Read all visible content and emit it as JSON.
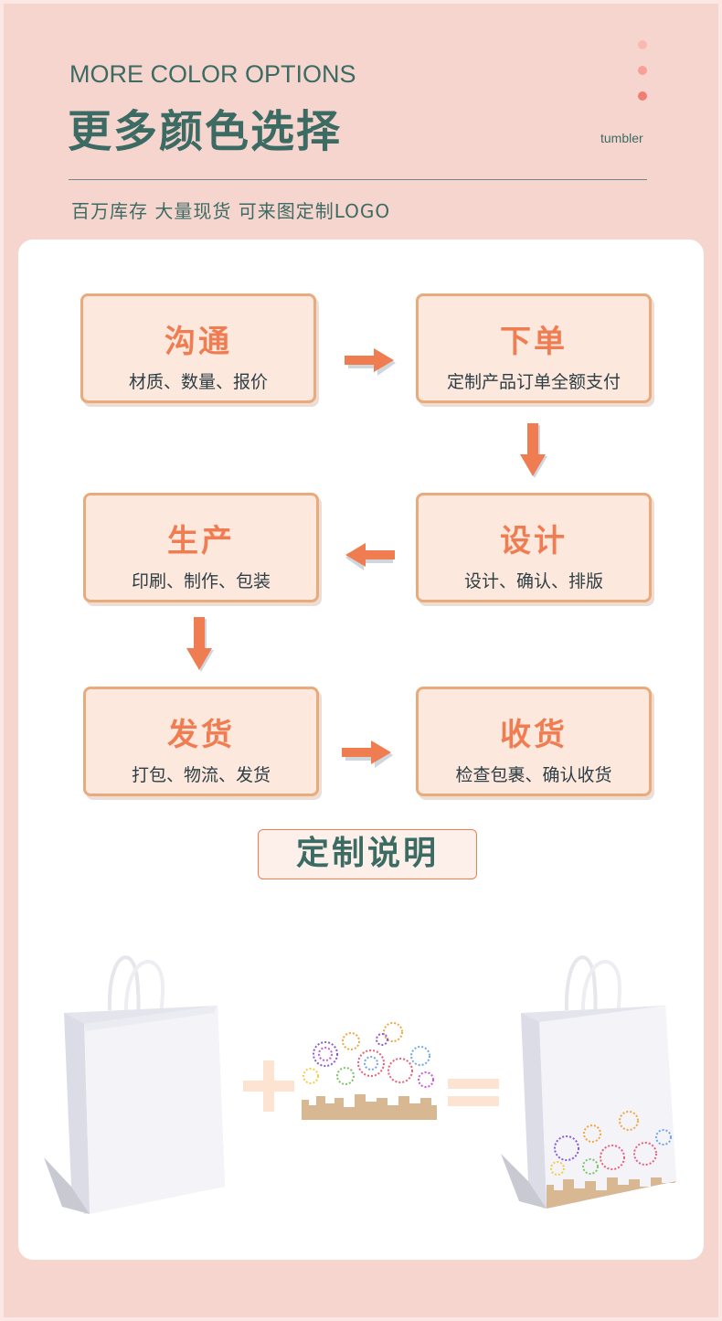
{
  "header": {
    "en_title": "MORE COLOR OPTIONS",
    "zh_title": "更多颜色选择",
    "tag": "tumbler",
    "subtitle": "百万库存 大量现货 可来图定制LOGO",
    "dot_colors": [
      "#f9b9b1",
      "#f6a096",
      "#ef7f73"
    ]
  },
  "steps": [
    {
      "title": "沟通",
      "desc": "材质、数量、报价"
    },
    {
      "title": "下单",
      "desc": "定制产品订单全额支付"
    },
    {
      "title": "设计",
      "desc": "设计、确认、排版"
    },
    {
      "title": "生产",
      "desc": "印刷、制作、包装"
    },
    {
      "title": "发货",
      "desc": "打包、物流、发货"
    },
    {
      "title": "收货",
      "desc": "检查包裹、确认收货"
    }
  ],
  "explain_label": "定制说明",
  "colors": {
    "accent": "#f07c52",
    "teal": "#3c6b63",
    "box_fill": "#fde8de",
    "box_border": "#e9aa7c",
    "background": "#f6d5cf"
  }
}
